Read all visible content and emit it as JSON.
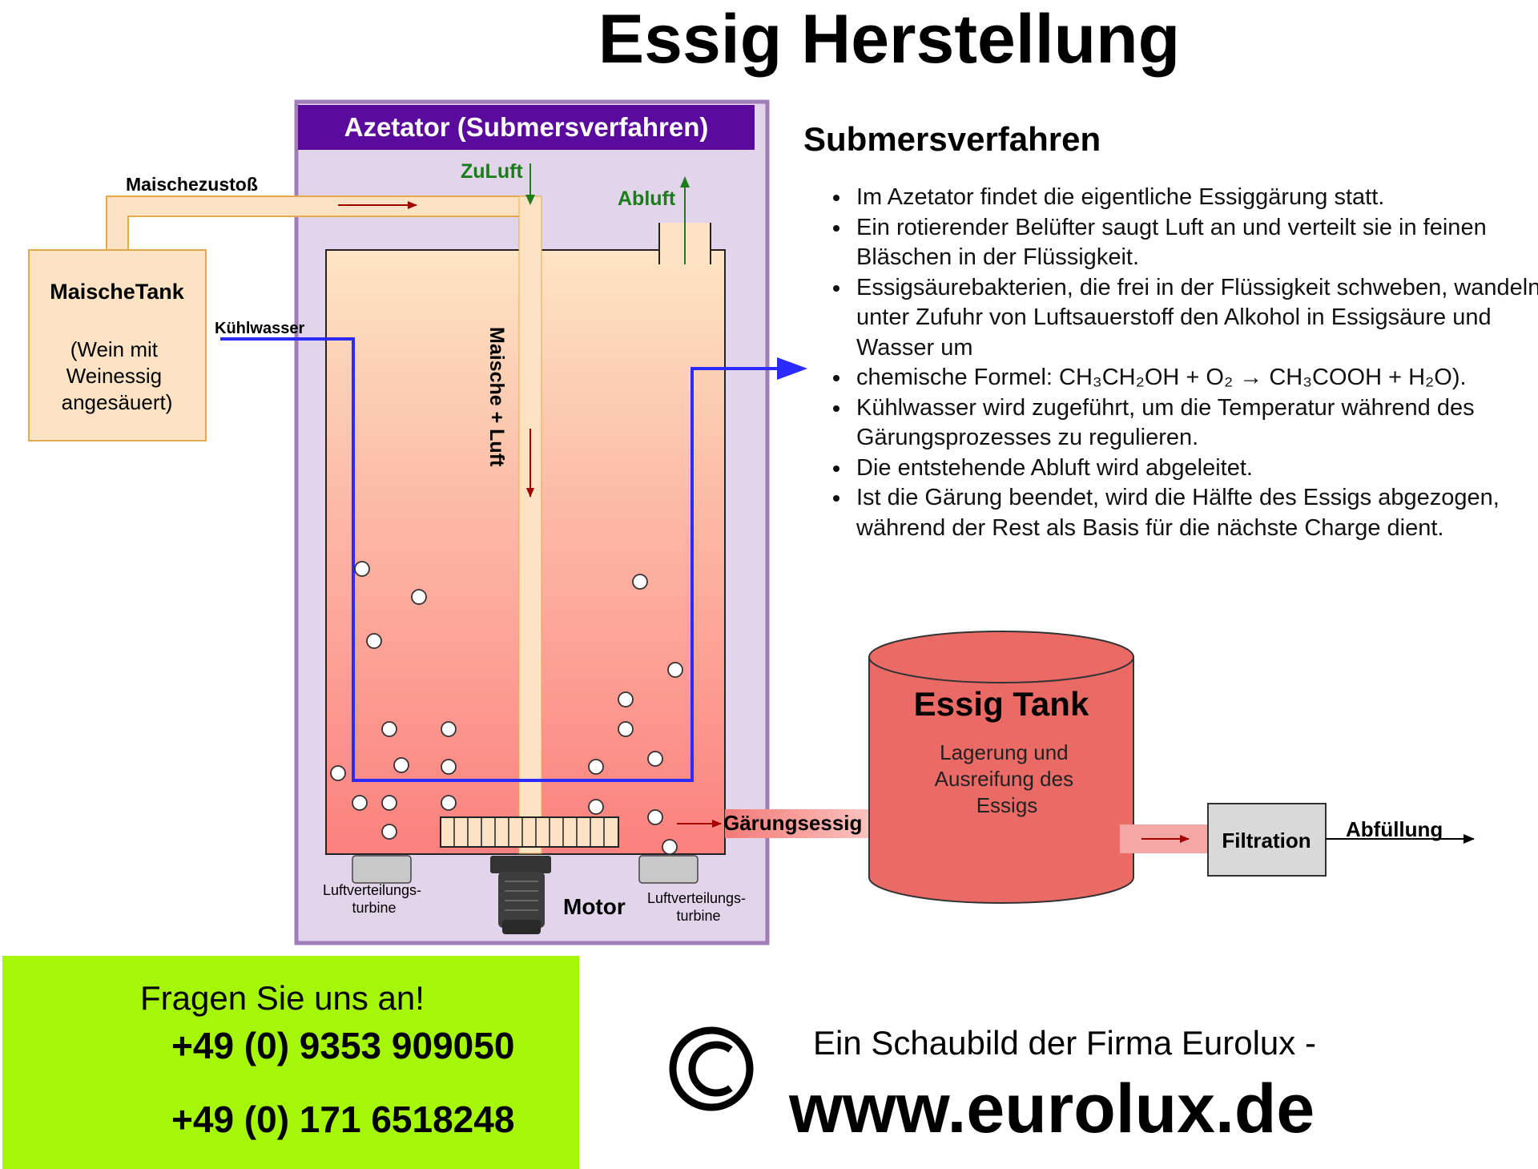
{
  "title": "Essig Herstellung",
  "colors": {
    "header_purple": "#5a0a9c",
    "azetator_bg": "#e2d4ea",
    "azetator_border": "#a07cb8",
    "tank_liquid_top": "#fde5c4",
    "tank_liquid_bottom": "#fb807e",
    "pipe": "#fde3c4",
    "pipe_border": "#e5a94d",
    "coolant": "#2b2bff",
    "air": "#1a7d1a",
    "flow_arrow": "#a30000",
    "essig_tank": "#ea6b66",
    "filtration": "#d9d9d9",
    "contact_bg": "#a6f60a"
  },
  "diagram": {
    "azetator_header": "Azetator (Submersverfahren)",
    "maische_tank": {
      "title": "MaischeTank",
      "subtitle_lines": [
        "(Wein mit",
        "Weinessig",
        "angesäuert)"
      ]
    },
    "labels": {
      "maischezustoss": "Maischezustoß",
      "zuluft": "ZuLuft",
      "abluft": "Abluft",
      "kuehlwasser": "Kühlwasser",
      "maische_luft": "Maische + Luft",
      "gaerungsessig": "Gärungsessig",
      "motor": "Motor",
      "turbine_left_lines": [
        "Luftverteilungs-",
        "turbine"
      ],
      "turbine_right_lines": [
        "Luftverteilungs-",
        "turbine"
      ],
      "filtration": "Filtration",
      "abfuellung": "Abfüllung"
    },
    "essig_tank": {
      "title": "Essig Tank",
      "subtitle_lines": [
        "Lagerung und",
        "Ausreifung des",
        "Essigs"
      ]
    },
    "icons": [
      "motor-icon",
      "phone-icon",
      "copyright-icon",
      "air-bubble-icon"
    ]
  },
  "sidebar": {
    "heading": "Submersverfahren",
    "bullets": [
      "Im Azetator findet die eigentliche Essiggärung statt.",
      "Ein rotierender Belüfter saugt Luft an und verteilt sie in feinen Bläschen in der Flüssigkeit.",
      "Essigsäurebakterien, die frei in der Flüssigkeit schweben, wandeln unter Zufuhr von Luftsauerstoff den Alkohol in Essigsäure und Wasser um",
      "chemische Formel: CH₃CH₂OH + O₂ → CH₃COOH + H₂O).",
      "Kühlwasser wird zugeführt, um die Temperatur während des Gärungsprozesses zu regulieren.",
      "Die entstehende Abluft wird abgeleitet.",
      "Ist die Gärung beendet, wird die Hälfte des Essigs abgezogen, während der Rest als Basis für die nächste Charge dient."
    ]
  },
  "contact": {
    "heading": "Fragen Sie uns an!",
    "phone_1": "+49 (0) 9353 909050",
    "phone_2": "+49 (0) 171 6518248"
  },
  "footer": {
    "credit": "Ein Schaubild der Firma Eurolux -",
    "website": "www.eurolux.de"
  }
}
